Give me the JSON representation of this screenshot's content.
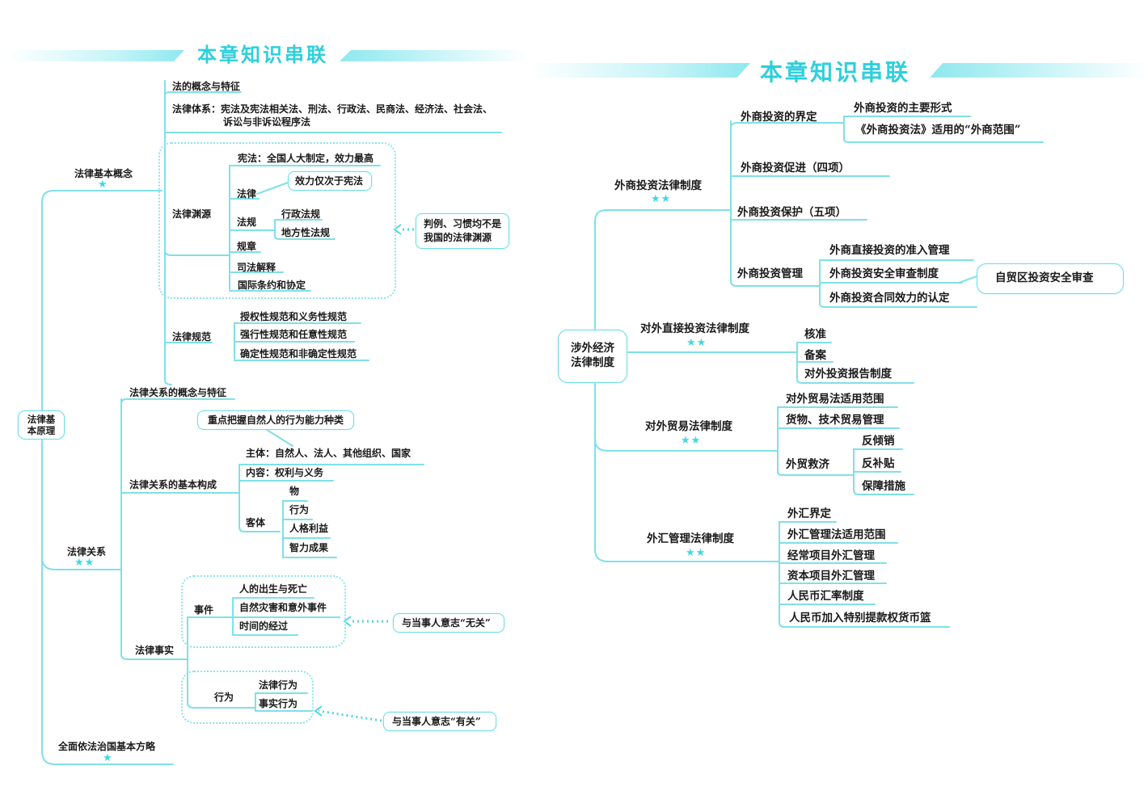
{
  "left_page": {
    "banner_title": "本章知识串联",
    "root": "法律基\n本原理",
    "root_line1": "法律基",
    "root_line2": "本原理",
    "branches": {
      "basic_concepts": {
        "label": "法律基本概念",
        "stars": "★",
        "items": {
          "concept": "法的概念与特征",
          "system_label": "法律体系：宪法及宪法相关法、刑法、行政法、民商法、经济法、社会法、",
          "system_cont": "诉讼与非诉讼程序法",
          "sources": {
            "label": "法律渊源",
            "constitution": "宪法：全国人大制定，效力最高",
            "law": "法律",
            "law_note": "效力仅次于宪法",
            "regulations": "法规",
            "admin_reg": "行政法规",
            "local_reg": "地方性法规",
            "rules": "规章",
            "judicial": "司法解释",
            "treaties": "国际条约和协定",
            "callout_line1": "判例、习惯均不是",
            "callout_line2": "我国的法律渊源"
          },
          "norms": {
            "label": "法律规范",
            "items": [
              "授权性规范和义务性规范",
              "强行性规范和任意性规范",
              "确定性规范和非确定性规范"
            ]
          }
        }
      },
      "legal_relations": {
        "label": "法律关系",
        "stars": "★★",
        "concept": "法律关系的概念与特征",
        "callout_capacity": "重点把握自然人的行为能力种类",
        "composition": {
          "label": "法律关系的基本构成",
          "subject": "主体：自然人、法人、其他组织、国家",
          "content": "内容：权利与义务",
          "object_label": "客体",
          "objects": [
            "物",
            "行为",
            "人格利益",
            "智力成果"
          ]
        },
        "facts": {
          "label": "法律事实",
          "events_label": "事件",
          "events": [
            "人的出生与死亡",
            "自然灾害和意外事件",
            "时间的经过"
          ],
          "events_callout": "与当事人意志“无关”",
          "acts_label": "行为",
          "acts": [
            "法律行为",
            "事实行为"
          ],
          "acts_callout": "与当事人意志“有关”"
        }
      },
      "rule_of_law": {
        "label": "全面依法治国基本方略",
        "stars": "★"
      }
    }
  },
  "right_page": {
    "banner_title": "本章知识串联",
    "root_line1": "涉外经济",
    "root_line2": "法律制度",
    "branches": {
      "foreign_investment": {
        "label": "外商投资法律制度",
        "stars": "★★",
        "definition": "外商投资的界定",
        "definition_items": [
          "外商投资的主要形式",
          "《外商投资法》适用的“外商范围”"
        ],
        "promotion": "外商投资促进（四项）",
        "protection": "外商投资保护（五项）",
        "management": "外商投资管理",
        "management_items": [
          "外商直接投资的准入管理",
          "外商投资安全审查制度",
          "外商投资合同效力的认定"
        ],
        "ftz_callout": "自贸区投资安全审查"
      },
      "outbound_investment": {
        "label": "对外直接投资法律制度",
        "stars": "★★",
        "items": [
          "核准",
          "备案",
          "对外投资报告制度"
        ]
      },
      "foreign_trade": {
        "label": "对外贸易法律制度",
        "stars": "★★",
        "items": [
          "对外贸易法适用范围",
          "货物、技术贸易管理"
        ],
        "remedy_label": "外贸救济",
        "remedies": [
          "反倾销",
          "反补贴",
          "保障措施"
        ]
      },
      "forex": {
        "label": "外汇管理法律制度",
        "stars": "★★",
        "items": [
          "外汇界定",
          "外汇管理法适用范围",
          "经常项目外汇管理",
          "资本项目外汇管理",
          "人民币汇率制度",
          "人民币加入特别提款权货币篮"
        ]
      }
    }
  },
  "colors": {
    "line": "#7fe0e8",
    "accent": "#2ecfdc",
    "star": "#3fd8e6",
    "text": "#1a1a1a"
  }
}
